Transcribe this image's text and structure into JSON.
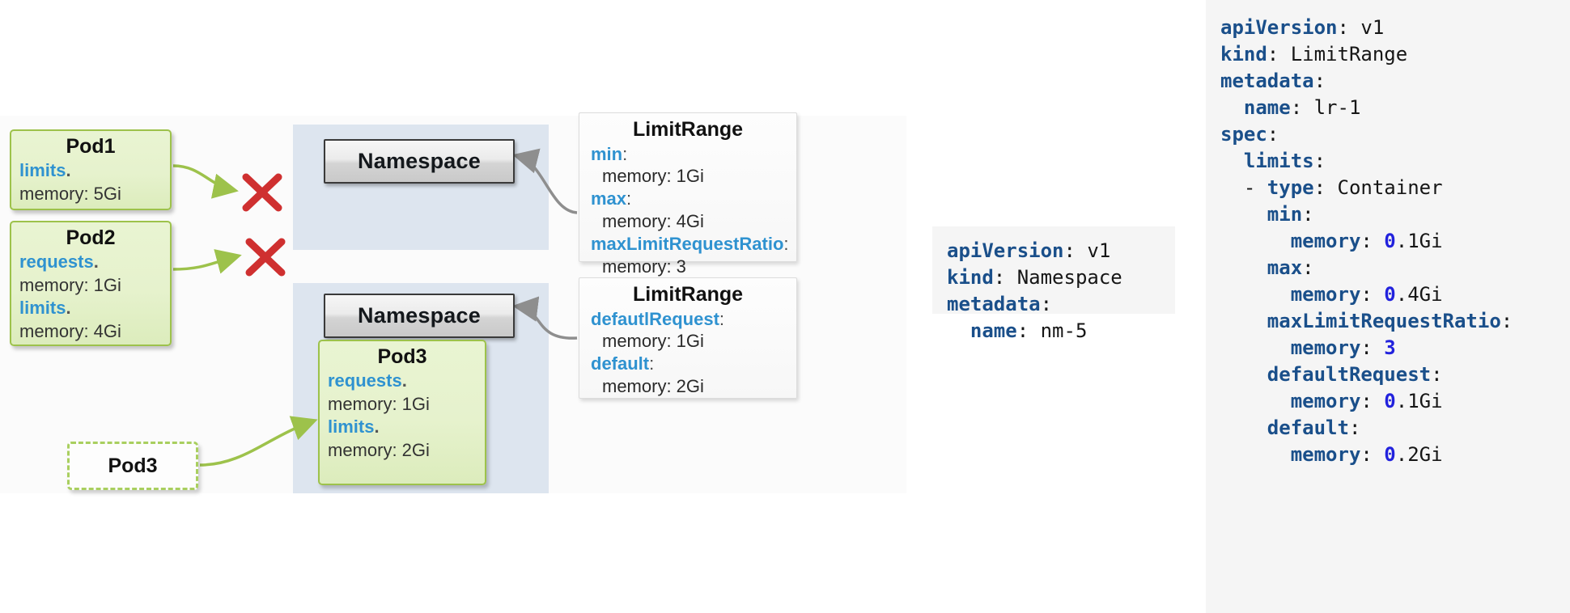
{
  "diagram": {
    "pods": [
      {
        "id": "pod1",
        "title": "Pod1",
        "lines": [
          {
            "key": "limits",
            "dot": "."
          },
          {
            "value": "memory: 5Gi"
          }
        ]
      },
      {
        "id": "pod2",
        "title": "Pod2",
        "lines": [
          {
            "key": "requests",
            "dot": "."
          },
          {
            "value": "memory: 1Gi"
          },
          {
            "key": "limits",
            "dot": "."
          },
          {
            "value": "memory: 4Gi"
          }
        ]
      },
      {
        "id": "pod3",
        "title": "Pod3",
        "lines": [
          {
            "key": "requests",
            "dot": "."
          },
          {
            "value": "memory: 1Gi"
          },
          {
            "key": "limits",
            "dot": "."
          },
          {
            "value": "memory: 2Gi"
          }
        ]
      }
    ],
    "pod_pending": {
      "title": "Pod3"
    },
    "namespaces": [
      {
        "label": "Namespace"
      },
      {
        "label": "Namespace"
      }
    ],
    "limitranges": [
      {
        "title": "LimitRange",
        "entries": [
          {
            "key": "min",
            "value": "memory: 1Gi"
          },
          {
            "key": "max",
            "value": "memory: 4Gi"
          },
          {
            "key": "maxLimitRequestRatio",
            "value": "memory: 3"
          }
        ]
      },
      {
        "title": "LimitRange",
        "entries": [
          {
            "key": "defautlRequest",
            "value": "memory: 1Gi"
          },
          {
            "key": "default",
            "value": "memory: 2Gi"
          }
        ]
      }
    ],
    "markers": [
      {
        "name": "rejection-cross-pod1",
        "symbol": "X"
      },
      {
        "name": "rejection-cross-pod2",
        "symbol": "X"
      }
    ],
    "colors": {
      "pod_fill": "#e6f2cd",
      "pod_border": "#9dc24b",
      "namespace_area": "#dde5ef",
      "accent_blue": "#2f92d0",
      "reject_red": "#d32f2f",
      "arrow_green": "#9dc24b",
      "arrow_gray": "#8e8e8e"
    }
  },
  "yaml_namespace": {
    "name": "namespace-manifest",
    "lines": [
      [
        {
          "t": "apiVersion",
          "c": "k"
        },
        {
          "t": ": ",
          "c": "p"
        },
        {
          "t": "v1",
          "c": "v"
        }
      ],
      [
        {
          "t": "kind",
          "c": "k"
        },
        {
          "t": ": ",
          "c": "p"
        },
        {
          "t": "Namespace",
          "c": "v"
        }
      ],
      [
        {
          "t": "metadata",
          "c": "k"
        },
        {
          "t": ":",
          "c": "p"
        }
      ],
      [
        {
          "t": "  name",
          "c": "k"
        },
        {
          "t": ": ",
          "c": "p"
        },
        {
          "t": "nm-5",
          "c": "v"
        }
      ]
    ]
  },
  "yaml_limitrange": {
    "name": "limitrange-manifest",
    "lines": [
      [
        {
          "t": "apiVersion",
          "c": "k"
        },
        {
          "t": ": ",
          "c": "p"
        },
        {
          "t": "v1",
          "c": "v"
        }
      ],
      [
        {
          "t": "kind",
          "c": "k"
        },
        {
          "t": ": ",
          "c": "p"
        },
        {
          "t": "LimitRange",
          "c": "v"
        }
      ],
      [
        {
          "t": "metadata",
          "c": "k"
        },
        {
          "t": ":",
          "c": "p"
        }
      ],
      [
        {
          "t": "  name",
          "c": "k"
        },
        {
          "t": ": ",
          "c": "p"
        },
        {
          "t": "lr-1",
          "c": "v"
        }
      ],
      [
        {
          "t": "spec",
          "c": "k"
        },
        {
          "t": ":",
          "c": "p"
        }
      ],
      [
        {
          "t": "  limits",
          "c": "k"
        },
        {
          "t": ":",
          "c": "p"
        }
      ],
      [
        {
          "t": "  - ",
          "c": "v"
        },
        {
          "t": "type",
          "c": "k"
        },
        {
          "t": ": ",
          "c": "p"
        },
        {
          "t": "Container",
          "c": "v"
        }
      ],
      [
        {
          "t": "    min",
          "c": "k"
        },
        {
          "t": ":",
          "c": "p"
        }
      ],
      [
        {
          "t": "      memory",
          "c": "k"
        },
        {
          "t": ": ",
          "c": "p"
        },
        {
          "t": "0",
          "c": "n"
        },
        {
          "t": ".1Gi",
          "c": "v"
        }
      ],
      [
        {
          "t": "    max",
          "c": "k"
        },
        {
          "t": ":",
          "c": "p"
        }
      ],
      [
        {
          "t": "      memory",
          "c": "k"
        },
        {
          "t": ": ",
          "c": "p"
        },
        {
          "t": "0",
          "c": "n"
        },
        {
          "t": ".4Gi",
          "c": "v"
        }
      ],
      [
        {
          "t": "    maxLimitRequestRatio",
          "c": "k"
        },
        {
          "t": ":",
          "c": "p"
        }
      ],
      [
        {
          "t": "      memory",
          "c": "k"
        },
        {
          "t": ": ",
          "c": "p"
        },
        {
          "t": "3",
          "c": "n"
        }
      ],
      [
        {
          "t": "    defaultRequest",
          "c": "k"
        },
        {
          "t": ":",
          "c": "p"
        }
      ],
      [
        {
          "t": "      memory",
          "c": "k"
        },
        {
          "t": ": ",
          "c": "p"
        },
        {
          "t": "0",
          "c": "n"
        },
        {
          "t": ".1Gi",
          "c": "v"
        }
      ],
      [
        {
          "t": "    default",
          "c": "k"
        },
        {
          "t": ":",
          "c": "p"
        }
      ],
      [
        {
          "t": "      memory",
          "c": "k"
        },
        {
          "t": ": ",
          "c": "p"
        },
        {
          "t": "0",
          "c": "n"
        },
        {
          "t": ".2Gi",
          "c": "v"
        }
      ]
    ]
  }
}
